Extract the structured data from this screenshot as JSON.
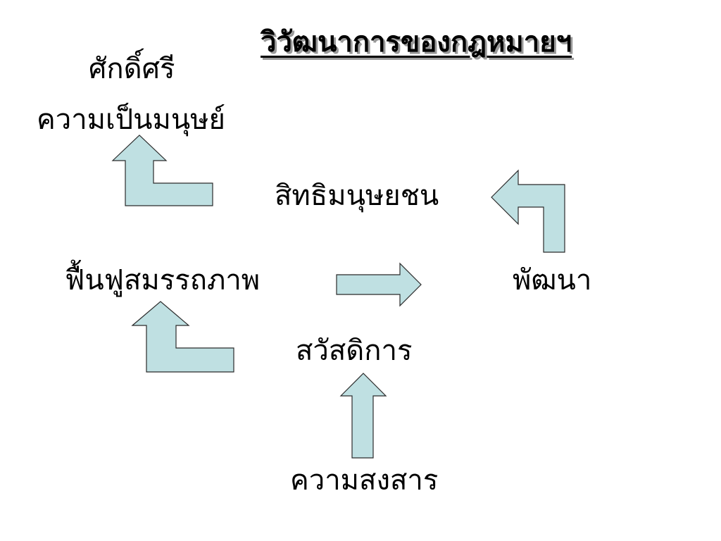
{
  "title": "วิวัฒนาการของกฎหมายฯ",
  "nodes": {
    "dignity": "ศักดิ์ศรี",
    "humanity": "ความเป็นมนุษย์",
    "human_rights": "สิทธิมนุษยชน",
    "rehabilitation": "ฟื้นฟูสมรรถภาพ",
    "development": "พัฒนา",
    "welfare": "สวัสดิการ",
    "charity": "ความสงสาร"
  },
  "colors": {
    "arrow_fill": "#bfe0e2",
    "arrow_stroke": "#2b2b2b",
    "title_shadow": "#9a9a9a"
  }
}
